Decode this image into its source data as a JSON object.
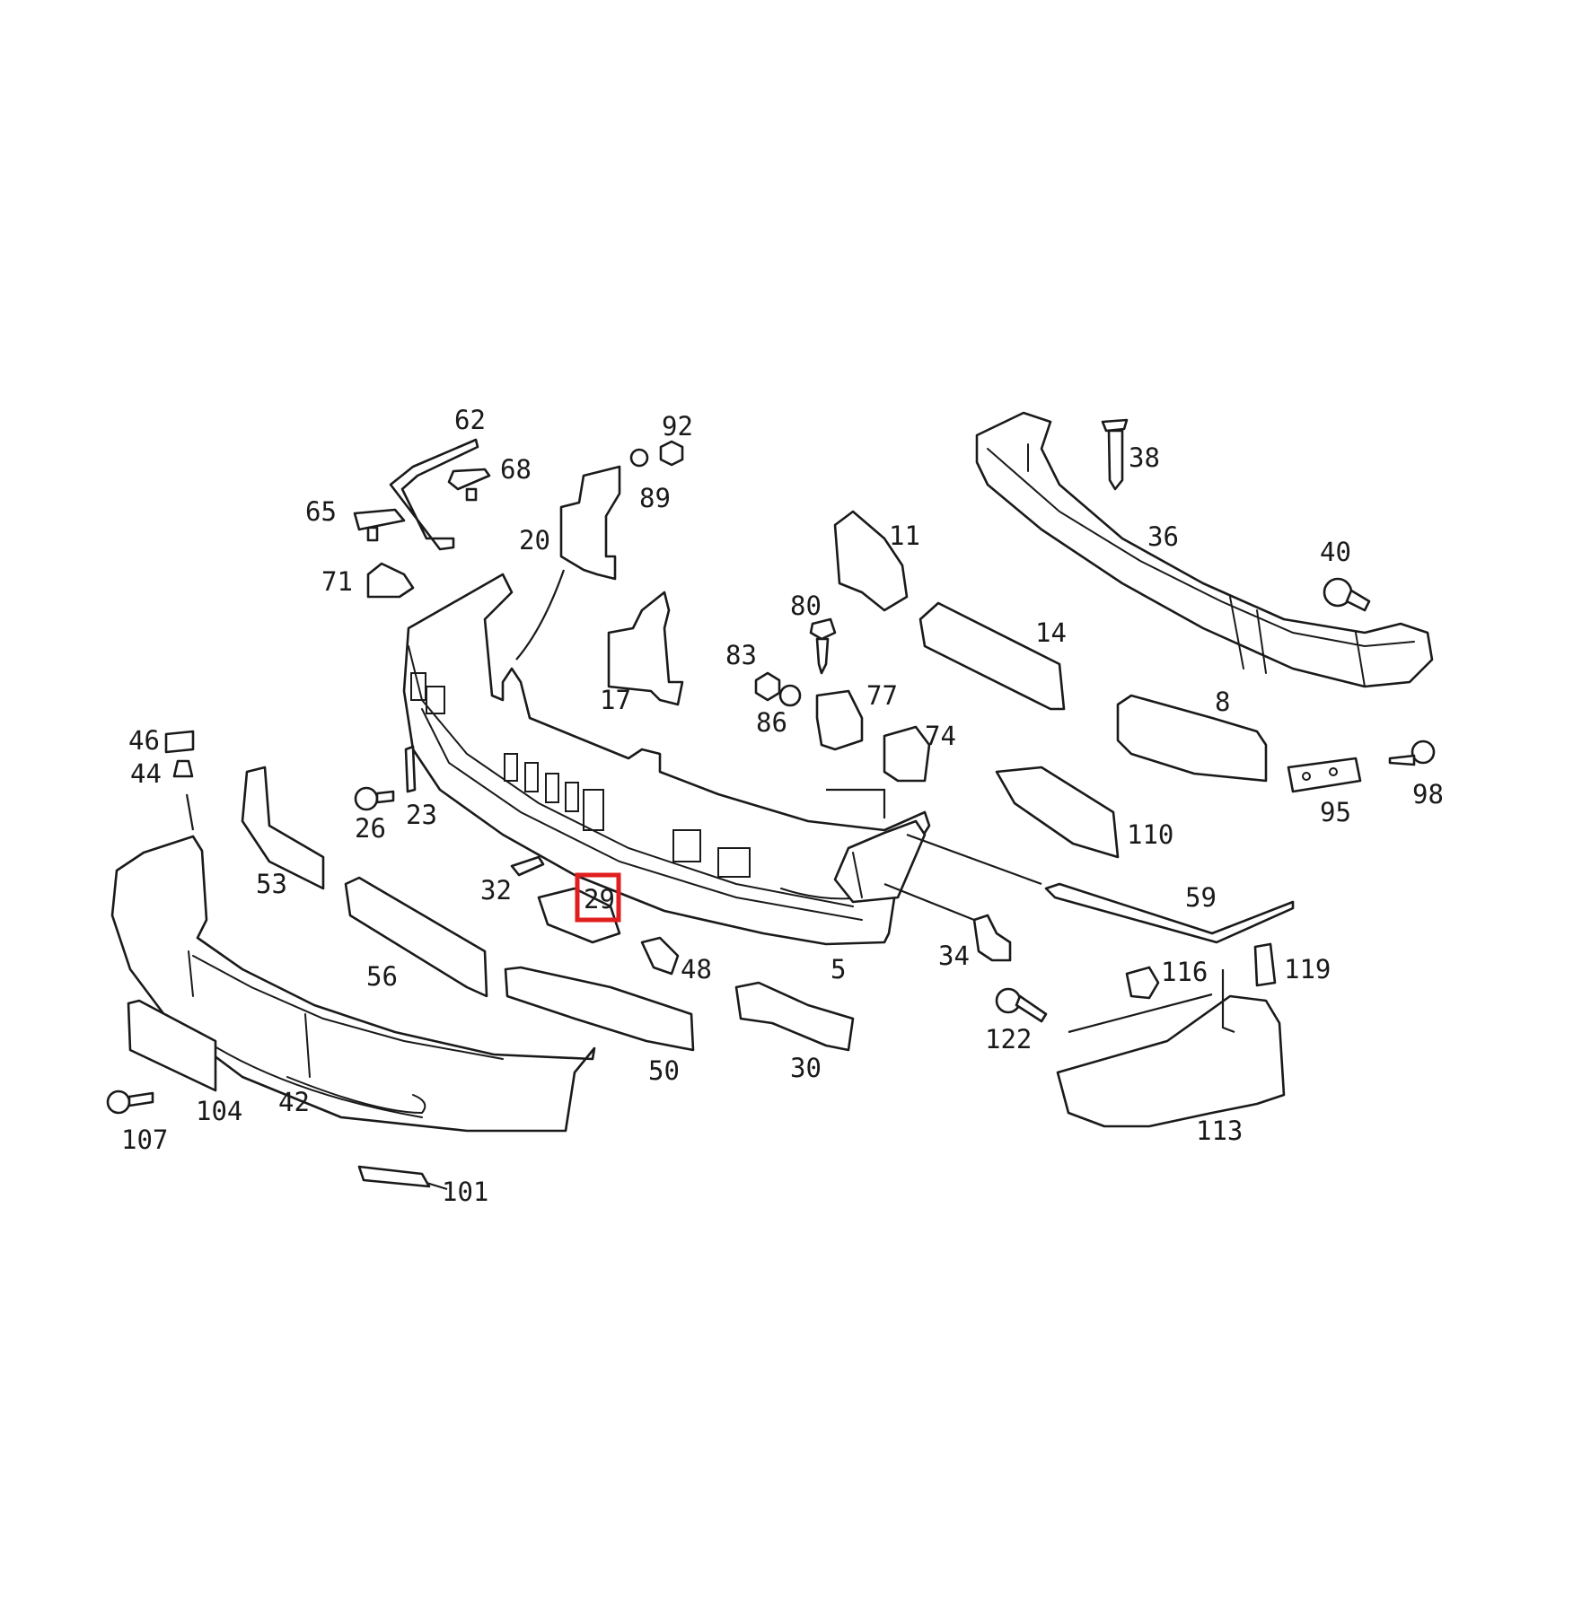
{
  "diagram": {
    "highlight_color": "#e01e1e",
    "highlighted_label": "29",
    "labels": {
      "p62": "62",
      "p92": "92",
      "p68": "68",
      "p89": "89",
      "p65": "65",
      "p20": "20",
      "p71": "71",
      "p17": "17",
      "p38": "38",
      "p36": "36",
      "p11": "11",
      "p40": "40",
      "p80": "80",
      "p14": "14",
      "p83": "83",
      "p86": "86",
      "p77": "77",
      "p74": "74",
      "p8": "8",
      "p95": "95",
      "p98": "98",
      "p110": "110",
      "p46": "46",
      "p44": "44",
      "p26": "26",
      "p23": "23",
      "p53": "53",
      "p32": "32",
      "p29": "29",
      "p59": "59",
      "p56": "56",
      "p48": "48",
      "p5": "5",
      "p34": "34",
      "p116": "116",
      "p119": "119",
      "p122": "122",
      "p50": "50",
      "p30": "30",
      "p42": "42",
      "p104": "104",
      "p107": "107",
      "p113": "113",
      "p101": "101"
    }
  }
}
